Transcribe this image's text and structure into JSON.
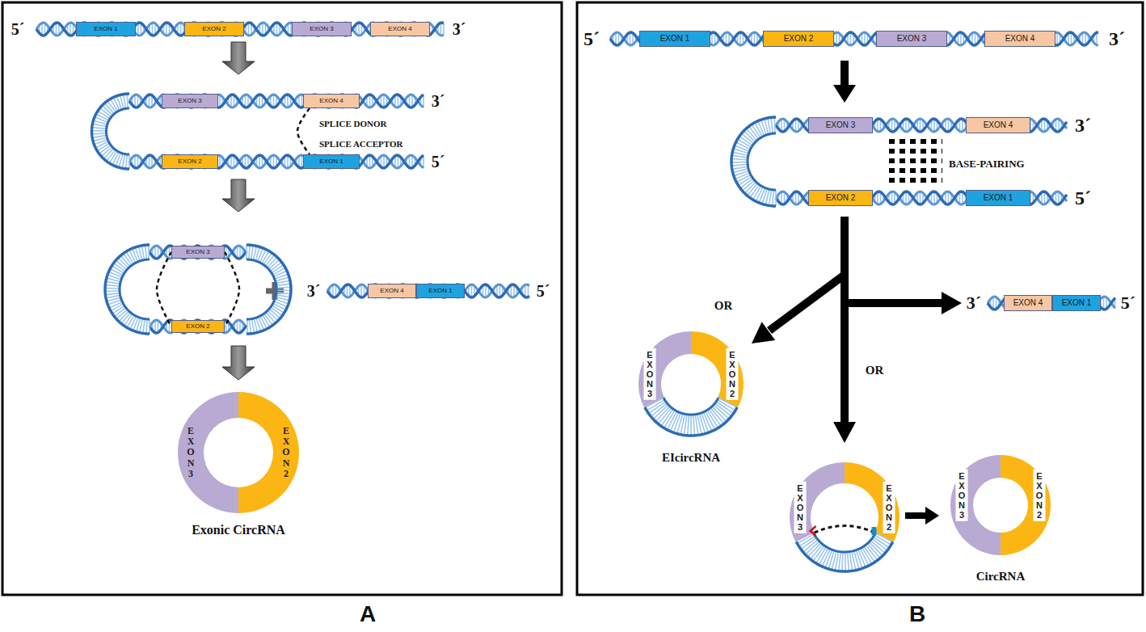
{
  "diagram": {
    "nodes": [
      {
        "text": [
          "EXON 1"
        ]
      },
      {
        "text": [
          "EXON 2"
        ]
      },
      {
        "text": [
          "EXON 3"
        ]
      },
      {
        "text": [
          "EXON 4"
        ]
      },
      {
        "text": [
          "EXON 3"
        ]
      },
      {
        "text": [
          "EXON 4"
        ]
      },
      {
        "text": [
          "EXON 2"
        ]
      },
      {
        "text": [
          "EXON 1"
        ]
      },
      {
        "text": [
          "EXON 3"
        ]
      },
      {
        "text": [
          "EXON 2"
        ]
      },
      {
        "text": [
          "EXON 4"
        ]
      },
      {
        "text": [
          "EXON 1"
        ]
      },
      {
        "text": [
          "EXON 3",
          "EXON 2",
          "Exonic CircRNA"
        ]
      },
      {
        "text": [
          "EXON 1"
        ]
      },
      {
        "text": [
          "EXON 2"
        ]
      },
      {
        "text": [
          "EXON 3"
        ]
      },
      {
        "text": [
          "EXON 4"
        ]
      },
      {
        "text": [
          "EXON 3"
        ]
      },
      {
        "text": [
          "EXON 4"
        ]
      },
      {
        "text": [
          "EXON 2"
        ]
      },
      {
        "text": [
          "EXON 1"
        ]
      },
      {
        "text": [
          "EXON 4"
        ]
      },
      {
        "text": [
          "EXON 1"
        ]
      },
      {
        "text": [
          "EXON 3",
          "EXON 2",
          "EIcircRNA"
        ]
      },
      {
        "text": [
          "EXON 3",
          "EXON 2"
        ]
      },
      {
        "text": [
          "EXON 3",
          "EXON 2",
          "CircRNA"
        ]
      }
    ],
    "edges": [
      {
        "from": 5,
        "to": 7,
        "arrow": "none"
      },
      {
        "from": 8,
        "to": 9,
        "arrow": "none"
      },
      {
        "from": 8,
        "to": 9,
        "arrow": "none"
      }
    ],
    "labels": [
      "5´",
      "3´",
      "3´",
      "SPLICE DONOR",
      "SPLICE ACCEPTOR",
      "5´",
      "3´",
      "5´",
      "A",
      "5´",
      "3´",
      "3´",
      "BASE-PAIRING",
      "5´",
      "OR",
      "3´",
      "5´",
      "OR",
      "B"
    ]
  }
}
